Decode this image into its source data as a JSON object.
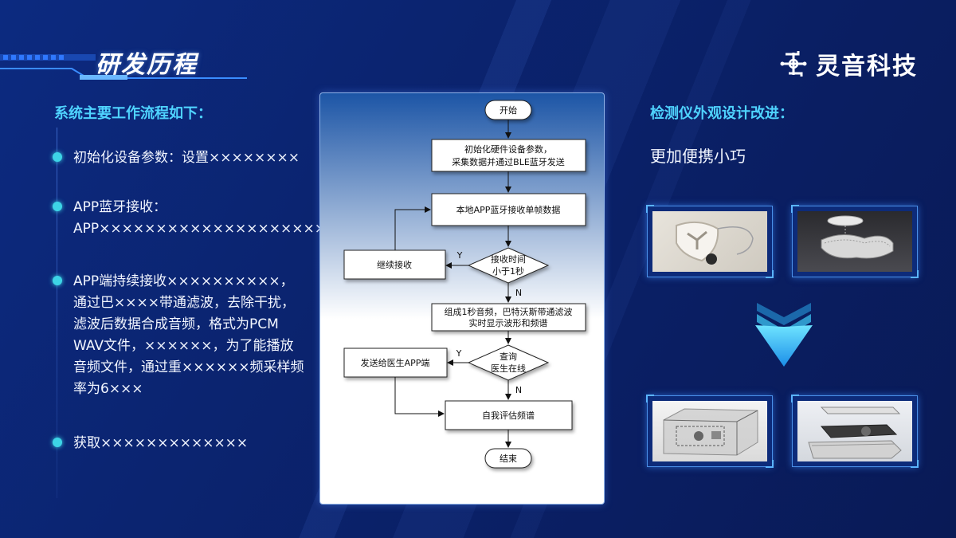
{
  "header": {
    "title": "研发历程",
    "brand_name": "灵音科技"
  },
  "left": {
    "heading": "系统主要工作流程如下：",
    "bullets": [
      {
        "text": "初始化设备参数：设置××××××××"
      },
      {
        "text": "APP蓝牙接收：APP×××××××××××××××××××××"
      },
      {
        "text": "APP端持续接收××××××××××，通过巴××××带通滤波，去除干扰，滤波后数据合成音频，格式为PCM WAV文件，××××××，为了能播放音频文件，通过重××××××频采样频率为6×××"
      },
      {
        "text": "获取×××××××××××××"
      }
    ]
  },
  "flowchart": {
    "start": "开始",
    "step1_line1": "初始化硬件设备参数，",
    "step1_line2": "采集数据并通过BLE蓝牙发送",
    "step2": "本地APP蓝牙接收单帧数据",
    "decision1_line1": "接收时间",
    "decision1_line2": "小于1秒",
    "loop_box": "继续接收",
    "yes": "Y",
    "no": "N",
    "step3_line1": "组成1秒音频，巴特沃斯带通滤波",
    "step3_line2": "实时显示波形和频谱",
    "decision2_line1": "查询",
    "decision2_line2": "医生在线",
    "send_box": "发送给医生APP端",
    "step4": "自我评估频谱",
    "end": "结束"
  },
  "right": {
    "heading": "检测仪外观设计改进：",
    "subtitle": "更加便携小巧"
  },
  "colors": {
    "accent": "#4fd3ff",
    "bullet": "#3dd4e6",
    "background": "#0b2470"
  }
}
